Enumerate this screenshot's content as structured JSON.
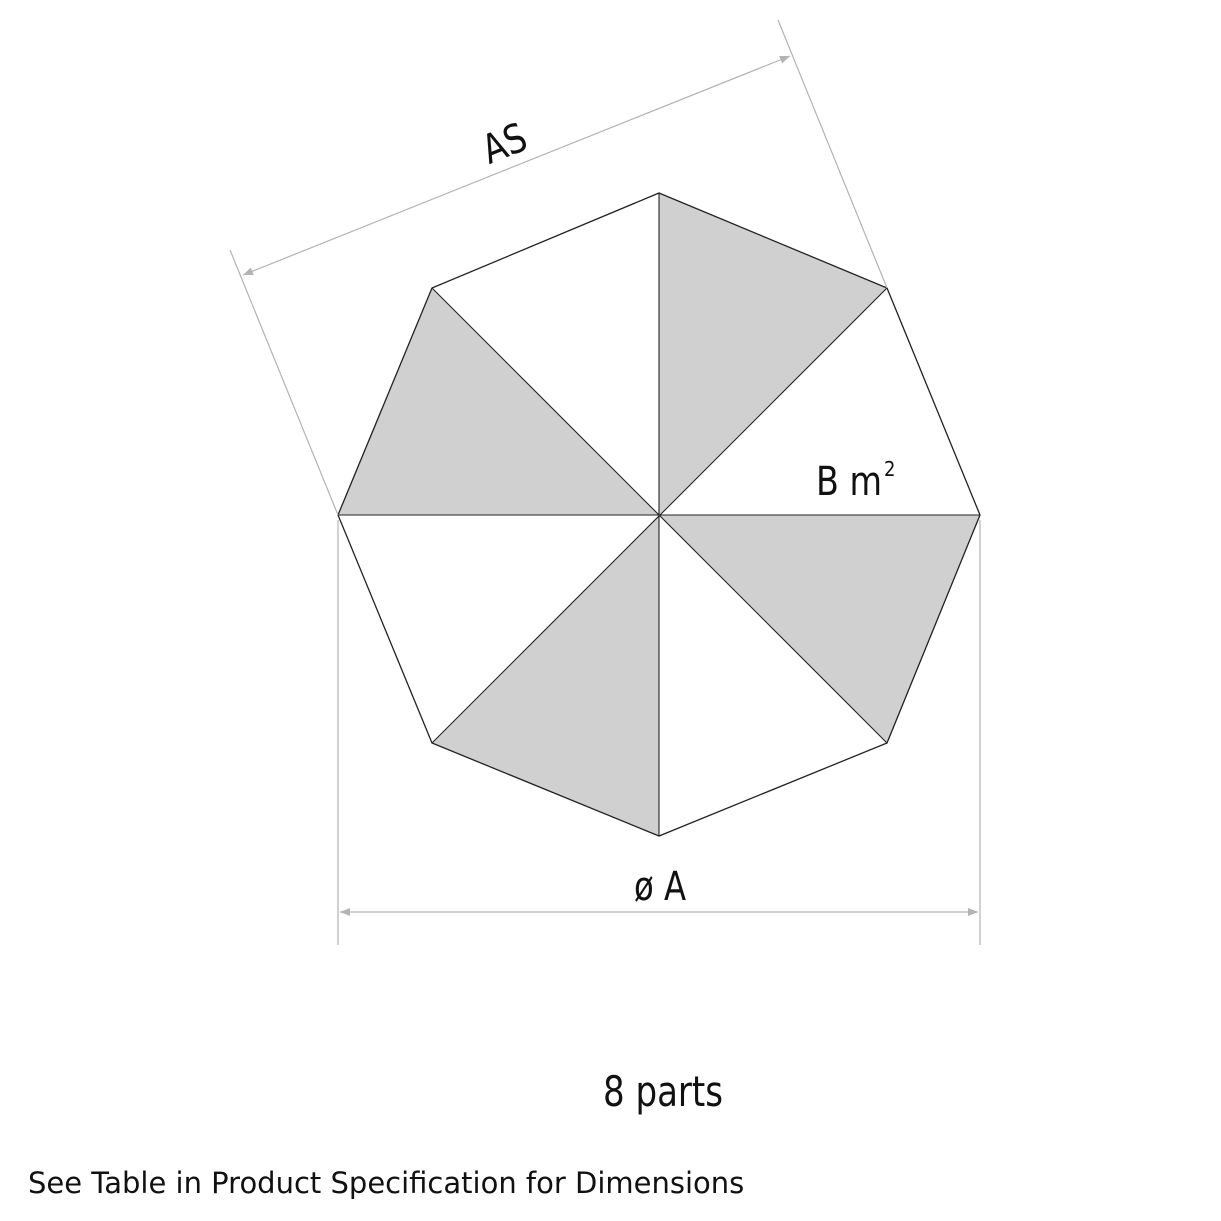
{
  "diagram": {
    "labels": {
      "side_dimension": "AS",
      "area": "B m",
      "area_superscript": "2",
      "diameter": "ø A",
      "parts": "8 parts"
    },
    "segments": 8,
    "colors": {
      "shaded": "#d0d0d0",
      "outline": "#222222",
      "dimension": "#b3b3b3"
    }
  },
  "footer": "See Table in Product Specification for Dimensions"
}
